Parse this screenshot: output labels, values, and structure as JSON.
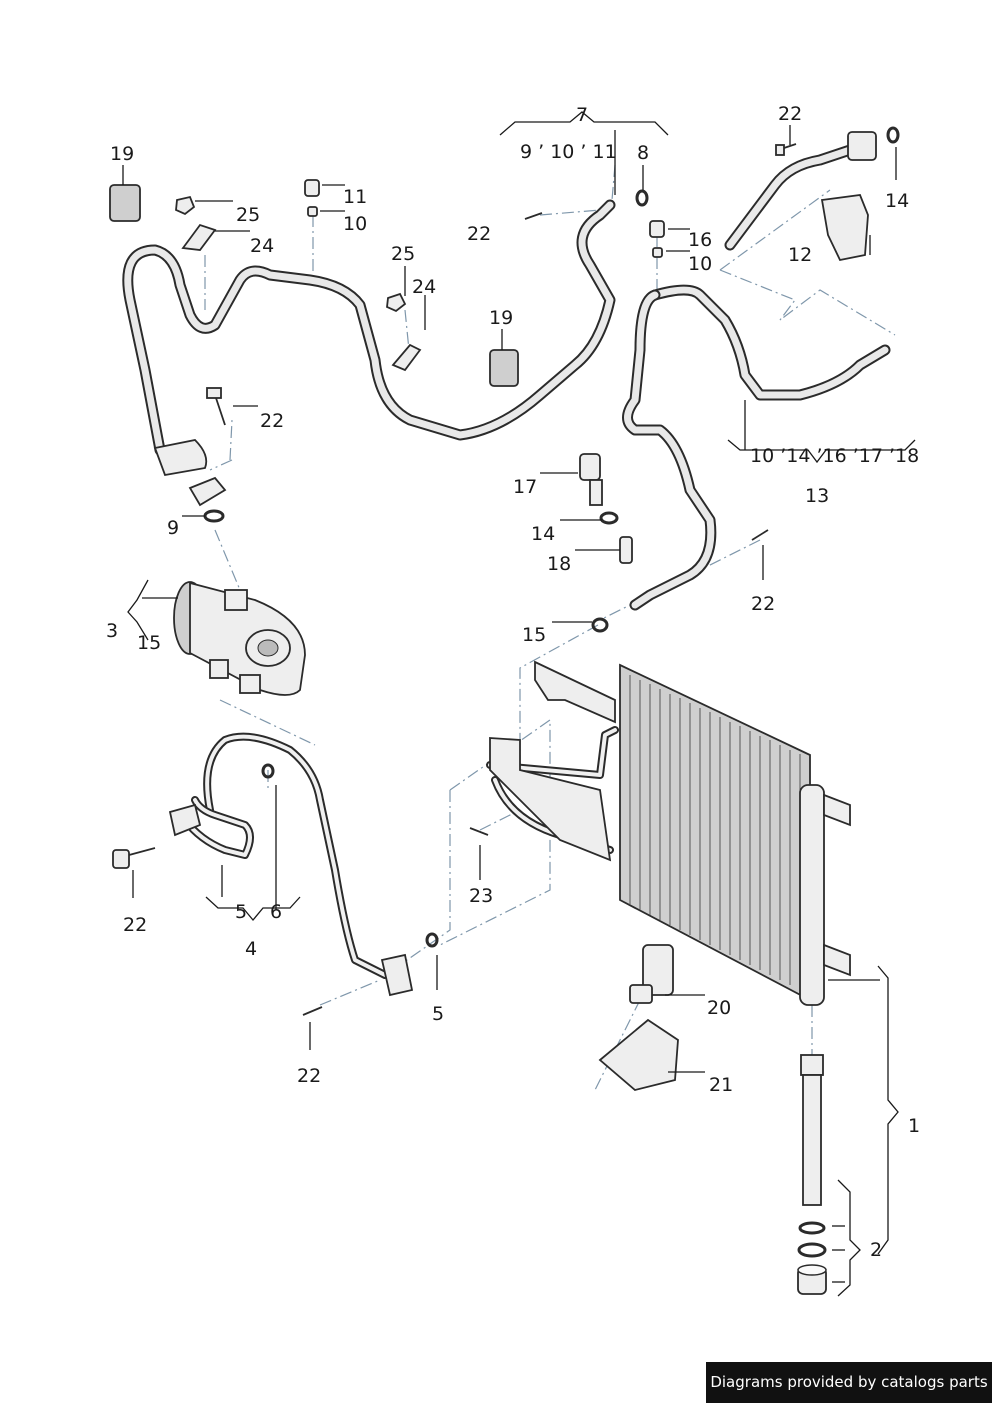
{
  "credit": "Diagrams provided by catalogs parts",
  "callouts": [
    {
      "id": "c1",
      "text": "1"
    },
    {
      "id": "c2",
      "text": "2"
    },
    {
      "id": "c3",
      "text": "3"
    },
    {
      "id": "c4",
      "text": "4"
    },
    {
      "id": "c5a",
      "text": "5"
    },
    {
      "id": "c5b",
      "text": "5"
    },
    {
      "id": "c6",
      "text": "6"
    },
    {
      "id": "c7",
      "text": "7"
    },
    {
      "id": "c7sub",
      "text": "9 ’ 10 ’ 11"
    },
    {
      "id": "c8",
      "text": "8"
    },
    {
      "id": "c9",
      "text": "9"
    },
    {
      "id": "c10a",
      "text": "10"
    },
    {
      "id": "c10b",
      "text": "10"
    },
    {
      "id": "c11",
      "text": "11"
    },
    {
      "id": "c12",
      "text": "12"
    },
    {
      "id": "c13",
      "text": "13"
    },
    {
      "id": "c13sub",
      "text": "10 ’14 ’16 ’17 ’18"
    },
    {
      "id": "c14a",
      "text": "14"
    },
    {
      "id": "c14b",
      "text": "14"
    },
    {
      "id": "c15a",
      "text": "15"
    },
    {
      "id": "c15b",
      "text": "15"
    },
    {
      "id": "c16",
      "text": "16"
    },
    {
      "id": "c17",
      "text": "17"
    },
    {
      "id": "c18",
      "text": "18"
    },
    {
      "id": "c19a",
      "text": "19"
    },
    {
      "id": "c19b",
      "text": "19"
    },
    {
      "id": "c20",
      "text": "20"
    },
    {
      "id": "c21",
      "text": "21"
    },
    {
      "id": "c22a",
      "text": "22"
    },
    {
      "id": "c22b",
      "text": "22"
    },
    {
      "id": "c22c",
      "text": "22"
    },
    {
      "id": "c22d",
      "text": "22"
    },
    {
      "id": "c22e",
      "text": "22"
    },
    {
      "id": "c22f",
      "text": "22"
    },
    {
      "id": "c23",
      "text": "23"
    },
    {
      "id": "c24a",
      "text": "24"
    },
    {
      "id": "c24b",
      "text": "24"
    },
    {
      "id": "c25a",
      "text": "25"
    },
    {
      "id": "c25b",
      "text": "25"
    }
  ]
}
